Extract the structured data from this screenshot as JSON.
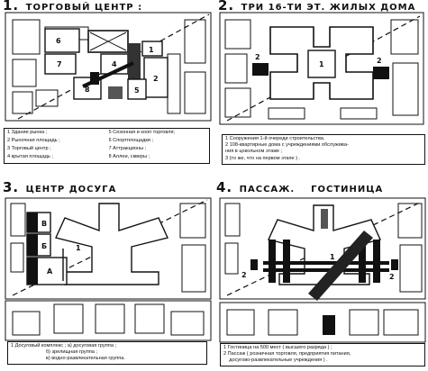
{
  "panels": [
    {
      "number": "1.",
      "title": "ТОРГОВЫЙ ЦЕНТР :",
      "block_labels": [
        "6",
        "7",
        "4",
        "8",
        "5",
        "2",
        "1"
      ],
      "legend": [
        "1  Здание рынка ;",
        "2  Рыночная площадь ;",
        "3  Торговый центр ;",
        "4  крытая площадь ;",
        "5  Сезонная и кооп торговля;",
        "6  Спортплощадки ;",
        "7  Аттракционы ;",
        "8  Аллеи, скверы ;"
      ]
    },
    {
      "number": "2.",
      "title": "ТРИ 16-ТИ ЭТ. ЖИЛЫХ ДОМА",
      "block_labels": [
        "2",
        "1",
        "2"
      ],
      "legend": [
        "1  Сооружения 1-й очереди строительства.",
        "2  108-квартирные дома с учреждениями обслужива-",
        "    ния в цокольном этаже ;",
        "3  (то же, что на первом этапе ) ."
      ]
    },
    {
      "number": "3.",
      "title": "ЦЕНТР ДОСУГА",
      "block_labels": [
        "В",
        "Б",
        "А",
        "1"
      ],
      "legend": [
        "1  Досуговый комплекс ; а) досуговая группа ;",
        "                         б) зрелищная группа ;",
        "                         в) водно-развлекательная группа."
      ]
    },
    {
      "number": "4.",
      "title": "ПАССАЖ.    ГОСТИНИЦА",
      "block_labels": [
        "1",
        "2",
        "2"
      ],
      "legend": [
        "1  Гостиница на 500 мест ( высшего разряда ) ;",
        "2  Пассаж ( розничная торговля, предприятия питания,",
        "    досугово-развлекательные учреждения ) ."
      ]
    }
  ]
}
